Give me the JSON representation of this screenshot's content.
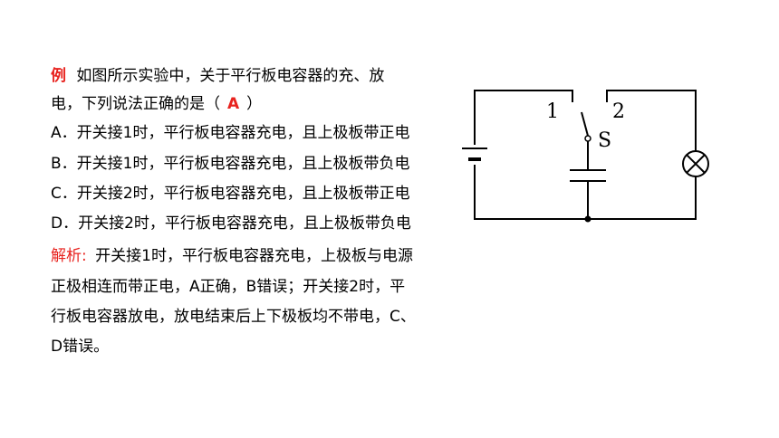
{
  "question": {
    "tag": "例",
    "stem_line1": "如图所示实验中，关于平行板电容器的充、放",
    "stem_line2_prefix": "电，下列说法正确的是（",
    "answer": "A",
    "stem_line2_suffix": "）",
    "options": [
      "A．开关接1时，平行板电容器充电，且上极板带正电",
      "B．开关接1时，平行板电容器充电，且上极板带负电",
      "C．开关接2时，平行板电容器充电，且上极板带正电",
      "D．开关接2时，平行板电容器充电，且上极板带负电"
    ]
  },
  "analysis": {
    "label": "解析:",
    "line1": "开关接1时，平行板电容器充电，上极板与电源",
    "line2": "正极相连而带正电，A正确，B错误；开关接2时，平",
    "line3": "行板电容器放电，放电结束后上下极板均不带电，C、",
    "line4": "D错误。"
  },
  "circuit": {
    "terminal_1": "1",
    "terminal_2": "2",
    "switch_label": "S"
  },
  "colors": {
    "accent_red": "#e8231f"
  }
}
